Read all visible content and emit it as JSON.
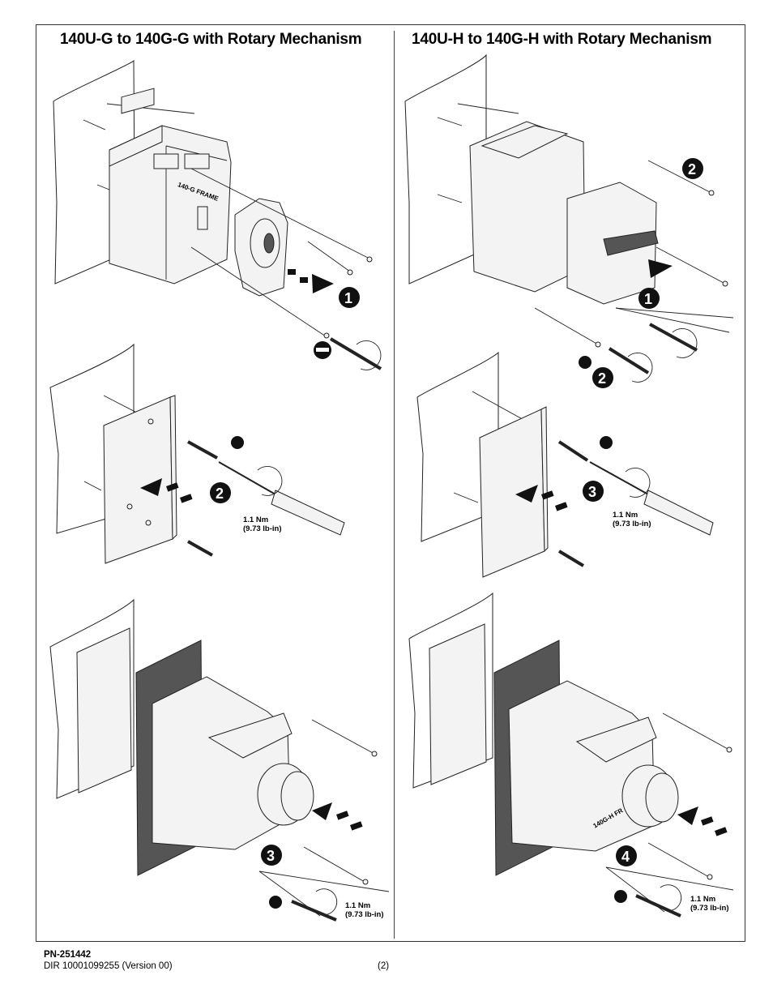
{
  "titles": {
    "left": "140U-G to 140G-G with Rotary Mechanism",
    "right": "140U-H to 140G-H with Rotary Mechanism"
  },
  "torque": {
    "value": "1.1 Nm",
    "imperial": "(9.73 lb-in)"
  },
  "steps": {
    "left": [
      "1",
      "2",
      "3"
    ],
    "right": [
      "2",
      "1",
      "2",
      "3",
      "4"
    ]
  },
  "product_labels": {
    "left_frame": "140-G FRAME",
    "right_frame": "140G-H FR"
  },
  "footer": {
    "part_number": "PN-251442",
    "dir": "DIR 10001099255 (Version 00)",
    "page": "(2)"
  }
}
